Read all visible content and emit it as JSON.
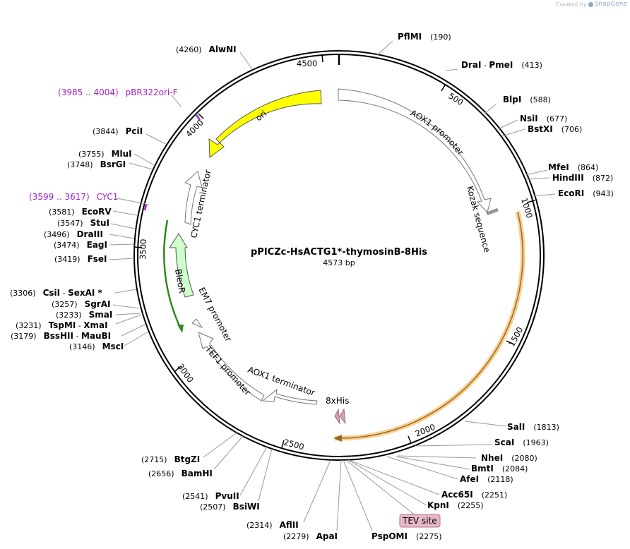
{
  "credit": {
    "prefix": "Created by",
    "brand": "SnapGene"
  },
  "plasmid": {
    "name": "pPICZc-HsACTG1*-thymosinB-8His",
    "length_label": "4573 bp"
  },
  "colors": {
    "ori": "#ffff00",
    "bleo": "#ccffcc",
    "bleo_stroke": "#2f8a1e",
    "orange_arc": "#f5b55b",
    "his": "#d4a0b4",
    "primer": "#a020c8",
    "tev": "#e6b8c8"
  },
  "ticks": [
    "500",
    "1000",
    "1500",
    "2000",
    "2500",
    "3000",
    "3500",
    "4000",
    "4500"
  ],
  "features": {
    "ori": "ori",
    "aox1_promoter": "AOX1 promoter",
    "kozak": "Kozak sequence",
    "cyc1_terminator": "CYC1 terminator",
    "bleor": "BleoR",
    "em7_promoter": "EM7 promoter",
    "tef1_promoter": "TEF1 promoter",
    "aox1_terminator": "AOX1 terminator",
    "his": "8xHis",
    "tev": "TEV site"
  },
  "primers": [
    {
      "pos": "(3985 .. 4004)",
      "name": "pBR322ori-F"
    },
    {
      "pos": "(3599 .. 3617)",
      "name": "CYC1"
    }
  ],
  "enzymes": {
    "pflmi": {
      "name": "PflMI",
      "pos": "(190)"
    },
    "drai_pmei": {
      "name": "DraI",
      "sep": " - ",
      "name2": "PmeI",
      "pos": "(413)"
    },
    "blpi": {
      "name": "BlpI",
      "pos": "(588)"
    },
    "nsii": {
      "name": "NsiI",
      "pos": "(677)"
    },
    "bstxi": {
      "name": "BstXI",
      "pos": "(706)"
    },
    "mfei": {
      "name": "MfeI",
      "pos": "(864)"
    },
    "hindiii": {
      "name": "HindIII",
      "pos": "(872)"
    },
    "ecori": {
      "name": "EcoRI",
      "pos": "(943)"
    },
    "sali": {
      "name": "SalI",
      "pos": "(1813)"
    },
    "scai": {
      "name": "ScaI",
      "pos": "(1963)"
    },
    "nhei": {
      "name": "NheI",
      "pos": "(2080)"
    },
    "bmti": {
      "name": "BmtI",
      "pos": "(2084)"
    },
    "afei": {
      "name": "AfeI",
      "pos": "(2118)"
    },
    "acc65i": {
      "name": "Acc65I",
      "pos": "(2251)"
    },
    "kpni": {
      "name": "KpnI",
      "pos": "(2255)"
    },
    "pspomi": {
      "name": "PspOMI",
      "pos": "(2275)"
    },
    "apai": {
      "name": "ApaI",
      "pos": "(2279)"
    },
    "aflii": {
      "name": "AflII",
      "pos": "(2314)"
    },
    "bsiwi": {
      "name": "BsiWI",
      "pos": "(2507)"
    },
    "pvuii": {
      "name": "PvuII",
      "pos": "(2541)"
    },
    "bamhi": {
      "name": "BamHI",
      "pos": "(2656)"
    },
    "btgzi": {
      "name": "BtgZI",
      "pos": "(2715)"
    },
    "msci": {
      "name": "MscI",
      "pos": "(3146)"
    },
    "bsshii_maubi": {
      "name": "BssHII",
      "sep": " - ",
      "name2": "MauBI",
      "pos": "(3179)"
    },
    "tspmi_xmai": {
      "name": "TspMI",
      "sep": " - ",
      "name2": "XmaI",
      "pos": "(3231)"
    },
    "smai": {
      "name": "SmaI",
      "pos": "(3233)"
    },
    "sgrai": {
      "name": "SgrAI",
      "pos": "(3257)"
    },
    "csii_sexai": {
      "name": "CsiI",
      "sep": " - ",
      "name2": "SexAI *",
      "pos": "(3306)"
    },
    "fsei": {
      "name": "FseI",
      "pos": "(3419)"
    },
    "eagi": {
      "name": "EagI",
      "pos": "(3474)"
    },
    "draiii": {
      "name": "DraIII",
      "pos": "(3496)"
    },
    "stui": {
      "name": "StuI",
      "pos": "(3547)"
    },
    "ecorv": {
      "name": "EcoRV",
      "pos": "(3581)"
    },
    "bsrgi": {
      "name": "BsrGI",
      "pos": "(3748)"
    },
    "mlui": {
      "name": "MluI",
      "pos": "(3755)"
    },
    "pcii": {
      "name": "PciI",
      "pos": "(3844)"
    },
    "alwni": {
      "name": "AlwNI",
      "pos": "(4260)"
    }
  }
}
